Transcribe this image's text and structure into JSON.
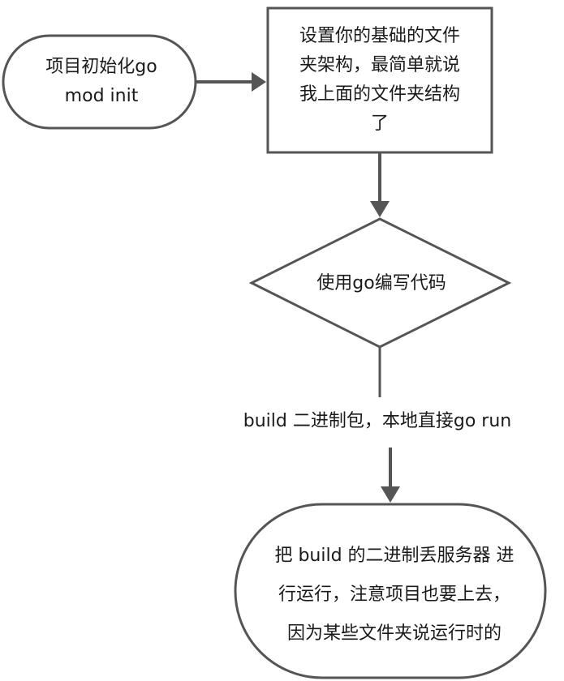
{
  "diagram": {
    "start": {
      "lines": [
        "项目初始化go",
        "mod init"
      ]
    },
    "setup": {
      "lines": [
        "设置你的基础的文件",
        "夹架构，最简单就说",
        "我上面的文件夹结构",
        "了"
      ]
    },
    "decision": {
      "label": "使用go编写代码"
    },
    "edge_label": "build 二进制包，本地直接go run",
    "end": {
      "lines": [
        "把 build 的二进制丢服务器 进",
        "行运行，注意项目也要上去，",
        "因为某些文件夹说运行时的"
      ]
    }
  },
  "colors": {
    "stroke": "#555555",
    "text": "#1a1a1a",
    "fill": "#ffffff"
  }
}
